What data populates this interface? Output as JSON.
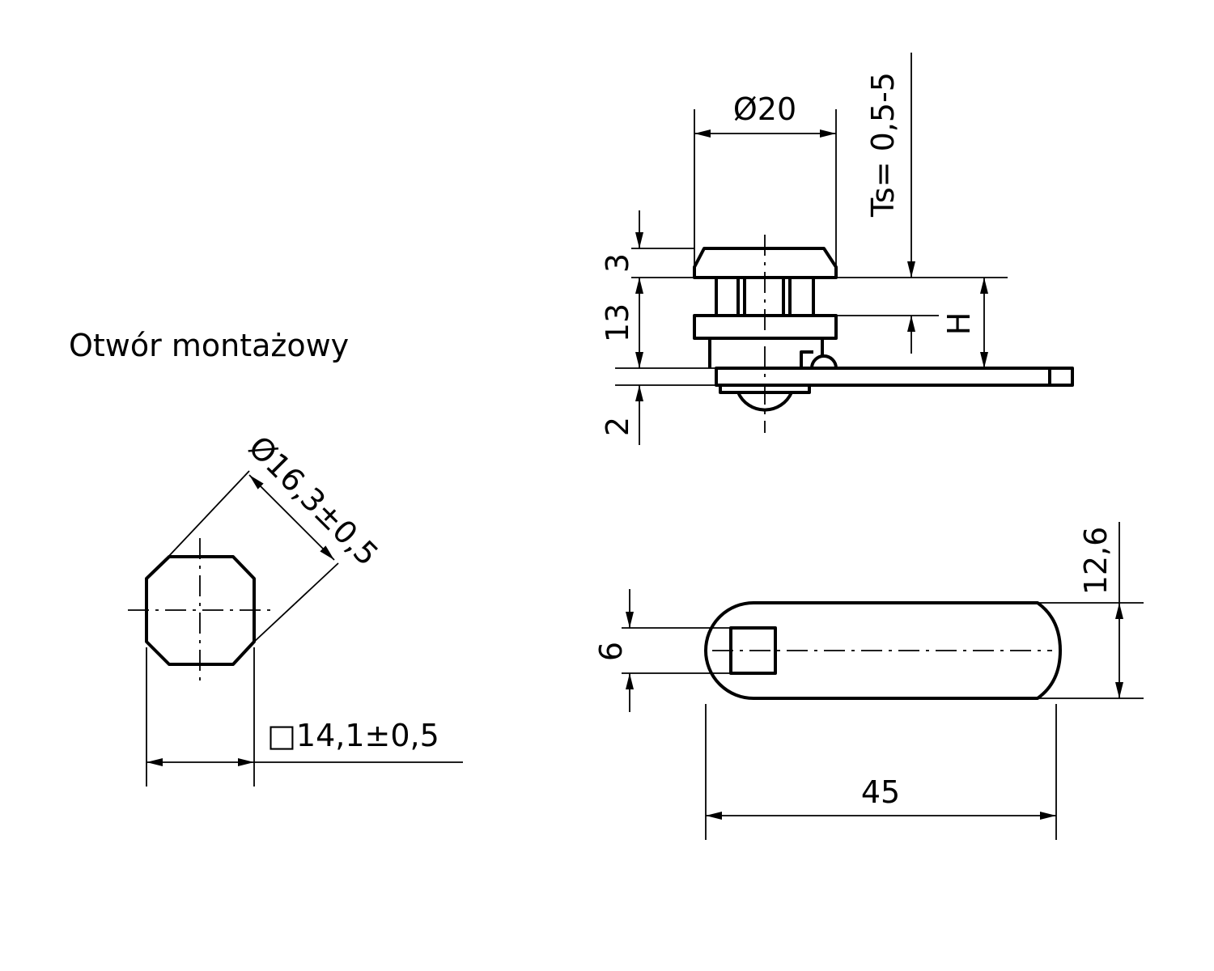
{
  "mounting_hole": {
    "title": "Otwór montażowy",
    "diameter_label": "Ø16,3±0,5",
    "square_label": "□14,1±0,5"
  },
  "side_view": {
    "diameter_label": "Ø20",
    "thickness_label": "Ts= 0,5-5",
    "dim_head": "3",
    "dim_body": "13",
    "dim_cam": "2",
    "h_label": "H"
  },
  "cam_view": {
    "width_label": "12,6",
    "square_label": "6",
    "length_label": "45"
  },
  "colors": {
    "line": "#000000",
    "background": "#ffffff"
  }
}
